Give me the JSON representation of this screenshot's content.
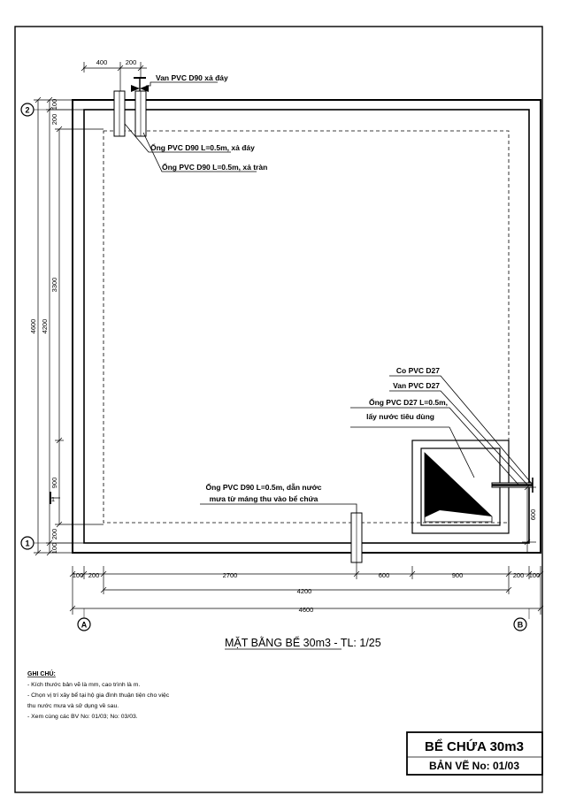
{
  "drawing": {
    "labels": {
      "valve_drain": "Van PVC D90 xả đáy",
      "pipe_drain": "Ống PVC D90 L=0.5m, xả đáy",
      "pipe_overflow": "Ống  PVC D90 L=0.5m, xả tràn",
      "elbow": "Co PVC D27",
      "valve_use": "Van PVC D27",
      "pipe_use_1": "Ống PVC D27 L=0.5m,",
      "pipe_use_2": "lấy nước tiêu dùng",
      "pipe_inlet_1": "Ống PVC D90 L=0.5m, dẫn nước",
      "pipe_inlet_2": "mưa từ máng thu vào bể chứa"
    },
    "dims": {
      "top_400": "400",
      "top_200": "200",
      "left_200_top": "200",
      "left_100_top": "100",
      "left_3300": "3300",
      "left_4200": "4200",
      "left_4600": "4600",
      "left_900": "900",
      "left_200_bottom": "200",
      "left_100_bottom": "100",
      "right_600": "600",
      "bottom_100_left": "100",
      "bottom_200_left": "200",
      "bottom_2700": "2700",
      "bottom_600": "600",
      "bottom_900": "900",
      "bottom_200_right": "200",
      "bottom_100_right": "100",
      "bottom_4200": "4200",
      "bottom_4600": "4600"
    },
    "axes": {
      "axis_2": "2",
      "axis_1": "1",
      "axis_a": "A",
      "axis_b": "B",
      "section_mark": "1"
    },
    "caption": "MẶT BẰNG BỂ 30m3 - TL: 1/25",
    "notes": {
      "title": "GHI CHÚ:",
      "lines": [
        "- Kích thước bản vẽ là mm, cao trình là m.",
        "- Chọn vị trí xây bể tại hộ gia đình thuận tiện cho việc",
        "thu nước mưa và sử dụng  về sau.",
        "- Xem cùng các BV No: 01/03; No: 03/03."
      ]
    },
    "title_block": {
      "title": "BỂ CHỨA 30m3",
      "sheet": "BẢN VẼ No: 01/03"
    }
  }
}
